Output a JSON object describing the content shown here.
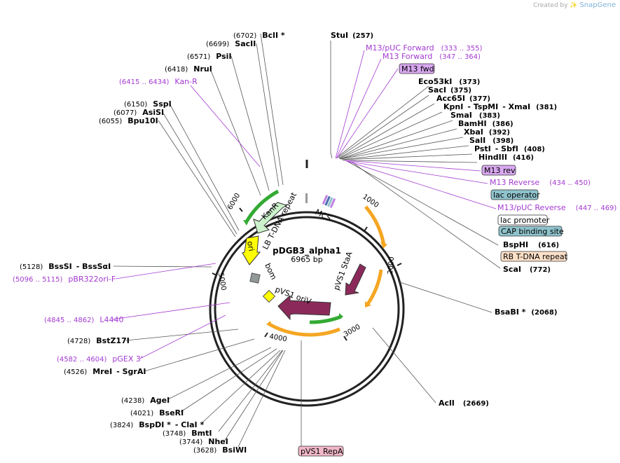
{
  "credit": {
    "prefix": "Created by",
    "brand": "SnapGene"
  },
  "plasmid": {
    "name": "pDGB3_alpha1",
    "size": "6965 bp"
  },
  "ticks": [
    "1000",
    "2000",
    "3000",
    "4000",
    "5000",
    "6000"
  ],
  "enzymes": [
    {
      "name": "StuI",
      "pos": "(257)"
    },
    {
      "name": "Eco53kI",
      "pos": "(373)"
    },
    {
      "name": "SacI",
      "pos": "(375)"
    },
    {
      "name": "Acc65I",
      "pos": "(377)"
    },
    {
      "name": "KpnI",
      "extra": "- TspMI",
      "extra2": "- XmaI",
      "pos": "(381)"
    },
    {
      "name": "SmaI",
      "pos": "(383)"
    },
    {
      "name": "BamHI",
      "pos": "(386)"
    },
    {
      "name": "XbaI",
      "pos": "(392)"
    },
    {
      "name": "SalI",
      "pos": "(398)"
    },
    {
      "name": "PstI",
      "extra": "- SbfI",
      "pos": "(408)"
    },
    {
      "name": "HindIII",
      "pos": "(416)"
    },
    {
      "name": "BspHI",
      "pos": "(616)"
    },
    {
      "name": "ScaI",
      "pos": "(772)"
    },
    {
      "name": "BsaBI *",
      "pos": "(2068)"
    },
    {
      "name": "AclI",
      "pos": "(2669)"
    },
    {
      "name": "BsiWI",
      "pos": "(3628)"
    },
    {
      "name": "NheI",
      "pos": "(3744)"
    },
    {
      "name": "BmtI",
      "pos": "(3748)"
    },
    {
      "name": "BspDI *",
      "extra": "- ClaI *",
      "pos": "(3824)"
    },
    {
      "name": "BseRI",
      "pos": "(4021)"
    },
    {
      "name": "AgeI",
      "pos": "(4238)"
    },
    {
      "name": "MreI",
      "extra": "- SgrAI",
      "pos": "(4526)"
    },
    {
      "name": "BstZ17I",
      "pos": "(4728)"
    },
    {
      "name": "BssSI",
      "extra": "- BssSαI",
      "pos": "(5128)"
    },
    {
      "name": "Bpu10I",
      "pos": "(6055)"
    },
    {
      "name": "AsiSI",
      "pos": "(6077)"
    },
    {
      "name": "SspI",
      "pos": "(6150)"
    },
    {
      "name": "NruI",
      "pos": "(6418)"
    },
    {
      "name": "PsiI",
      "pos": "(6571)"
    },
    {
      "name": "SacII",
      "pos": "(6699)"
    },
    {
      "name": "BclI *",
      "pos": "(6702)"
    }
  ],
  "primers": [
    {
      "name": "M13/pUC Forward",
      "range": "(333 .. 355)"
    },
    {
      "name": "M13 Forward",
      "range": "(347 .. 364)"
    },
    {
      "name": "M13 Reverse",
      "range": "(434 .. 450)"
    },
    {
      "name": "M13/pUC Reverse",
      "range": "(447 .. 469)"
    },
    {
      "name": "Kan-R",
      "range": "(6415 .. 6434)"
    },
    {
      "name": "pBR322ori-F",
      "range": "(5096 .. 5115)"
    },
    {
      "name": "L4440",
      "range": "(4845 .. 4862)"
    },
    {
      "name": "pGEX 3'",
      "range": "(4582 .. 4604)"
    }
  ],
  "boxed_features": [
    {
      "name": "M13 fwd",
      "color": "#d9a8f0"
    },
    {
      "name": "M13 rev",
      "color": "#d9a8f0"
    },
    {
      "name": "lac operator",
      "color": "#8fc3cc"
    },
    {
      "name": "lac promoter",
      "color": "#ffffff"
    },
    {
      "name": "CAP binding site",
      "color": "#8fc3cc"
    },
    {
      "name": "RB T-DNA repeat",
      "color": "#fde0c8"
    },
    {
      "name": "pVS1 RepA",
      "color": "#f0b8c8"
    }
  ],
  "inside_labels": {
    "kanr": "KanR",
    "lb": "LB T-DNA repeat",
    "mcs": "MCS",
    "ori": "ori",
    "bom": "bom",
    "pvs1_oriv": "pVS1 oriV",
    "pvs1_staa": "pVS1 StaA"
  },
  "colors": {
    "primer": "#a33ad1",
    "orf_orange": "#f5a623",
    "pvs1": "#8b2a5a",
    "kanr": "#ccf2cc",
    "ori": "#ffff00",
    "green_arrow": "#33aa33"
  }
}
